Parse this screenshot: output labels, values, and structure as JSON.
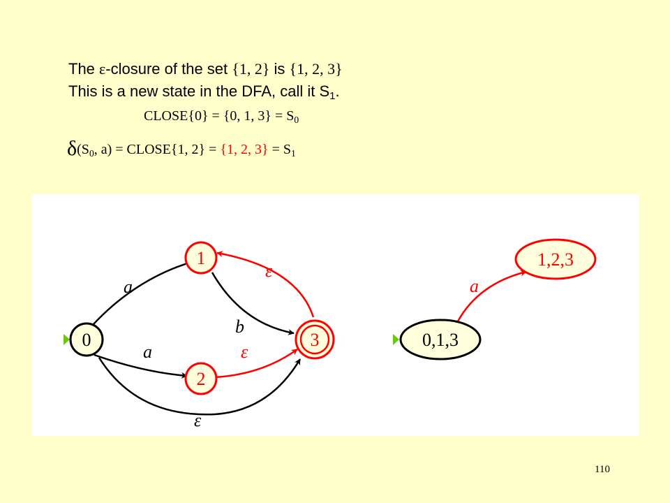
{
  "text": {
    "line1": {
      "before_eps": "The ",
      "eps": "ε",
      "mid": "-closure of the set ",
      "set": "{1, 2}",
      "is": " is ",
      "result": "{1, 2, 3}"
    },
    "line2": {
      "text": "This is a new state in the DFA, call it S",
      "sub": "1",
      "end": "."
    },
    "line3": {
      "text": "CLOSE{0} = {0, 1, 3} = S",
      "sub": "0"
    },
    "line4": {
      "delta": "δ",
      "open": "(S",
      "sub0": "0",
      "args": ", a) = CLOSE{1, 2} = ",
      "result": "{1, 2, 3}",
      "eq": " = S",
      "sub1": "1"
    }
  },
  "nfa": {
    "states": [
      "0",
      "1",
      "2",
      "3"
    ],
    "start_state": "0",
    "accepting_states": [
      "3"
    ],
    "transitions": [
      {
        "from": "0",
        "to": "1",
        "label": "a",
        "color": "#000000"
      },
      {
        "from": "0",
        "to": "2",
        "label": "a",
        "color": "#000000"
      },
      {
        "from": "1",
        "to": "3",
        "label": "b",
        "color": "#000000"
      },
      {
        "from": "0",
        "to": "3",
        "label": "ε",
        "color": "#000000"
      },
      {
        "from": "2",
        "to": "3",
        "label": "ε",
        "color": "#FF0000"
      },
      {
        "from": "3",
        "to": "1",
        "label": "ε",
        "color": "#FF0000"
      }
    ],
    "highlighted_states": [
      "1",
      "2",
      "3"
    ]
  },
  "dfa": {
    "states": [
      "0,1,3",
      "1,2,3"
    ],
    "start_state": "0,1,3",
    "transitions": [
      {
        "from": "0,1,3",
        "to": "1,2,3",
        "label": "a",
        "color": "#FF0000"
      }
    ],
    "highlighted_states": [
      "1,2,3"
    ]
  },
  "colors": {
    "background": "#FFFFCC",
    "panel": "#FFFFFF",
    "highlight": "#FF0000",
    "node_fill": "#FFFFDD",
    "start_arrow": "#66CC00"
  },
  "page_number": "110"
}
